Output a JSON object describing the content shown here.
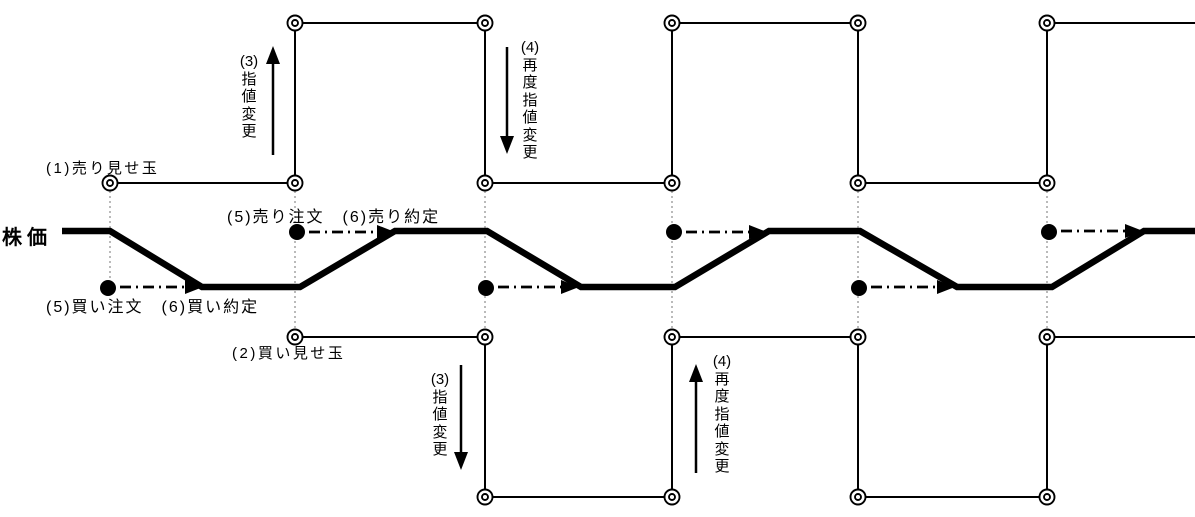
{
  "diagram": {
    "background": "#ffffff",
    "ink_color": "#000000",
    "guide_color": "#8c8c8c",
    "price_axis_label": "株価",
    "upper": {
      "spoof_label": "(1)売り見せ玉",
      "limit_change_label": "(3)\n指\n値\n変\n更",
      "relimit_change_label": "(4)\n再\n度\n指\n値\n変\n更",
      "order_execution_label": "(5)売り注文　(6)売り約定"
    },
    "lower": {
      "spoof_label": "(2)買い見せ玉",
      "limit_change_label": "(3)\n指\n値\n変\n更",
      "relimit_change_label": "(4)\n再\n度\n指\n値\n変\n更",
      "order_execution_label": "(5)買い注文　(6)買い約定"
    },
    "markers": {
      "spoof_order_node_icon": "double-circle-icon",
      "real_order_icon": "filled-dot-icon",
      "execution_arrow_icon": "dash-dot-right-arrow-icon",
      "limit_change_arrow_icons": [
        "up-arrow-icon",
        "down-arrow-icon"
      ]
    }
  }
}
